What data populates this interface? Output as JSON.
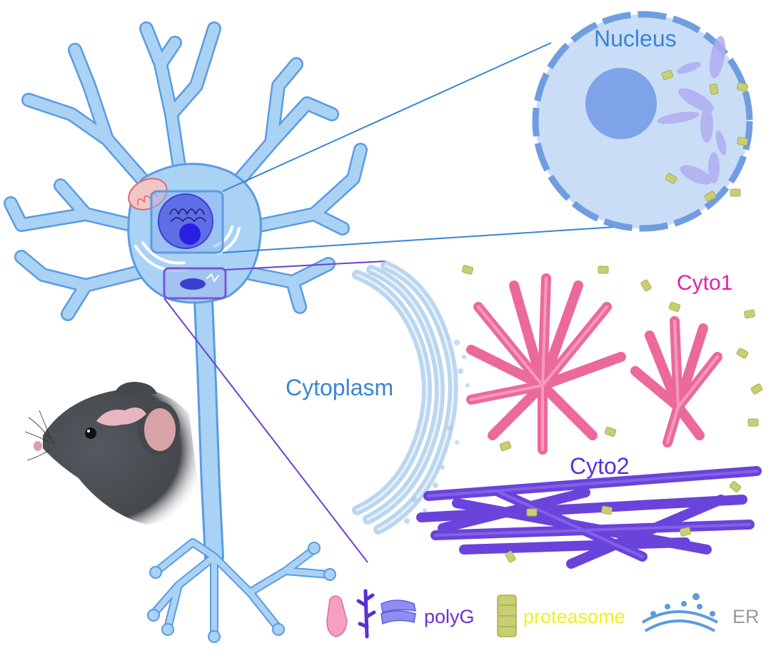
{
  "labels": {
    "nucleus": "Nucleus",
    "cytoplasm": "Cytoplasm",
    "cyto1": "Cyto1",
    "cyto2": "Cyto2"
  },
  "legend": {
    "polyg": "polyG",
    "proteasome": "proteasome",
    "er": "ER"
  },
  "colors": {
    "neuron_fill": "#a9d2f5",
    "neuron_stroke": "#5b9be0",
    "nucleus_fill": "#c9ddf7",
    "nucleus_border": "#6f9de0",
    "nucleolus": "#7ea3e8",
    "label_blue": "#3a84d4",
    "cyto1_pink": "#e94f8a",
    "cyto1_label": "#e020a8",
    "cyto2_purple": "#5a2fd6",
    "proteasome": "#c8cf73",
    "proteasome_label": "#f0f020",
    "er_blue": "#8fbbe6",
    "er_label": "#999999",
    "mouse": "#4a4d52"
  }
}
